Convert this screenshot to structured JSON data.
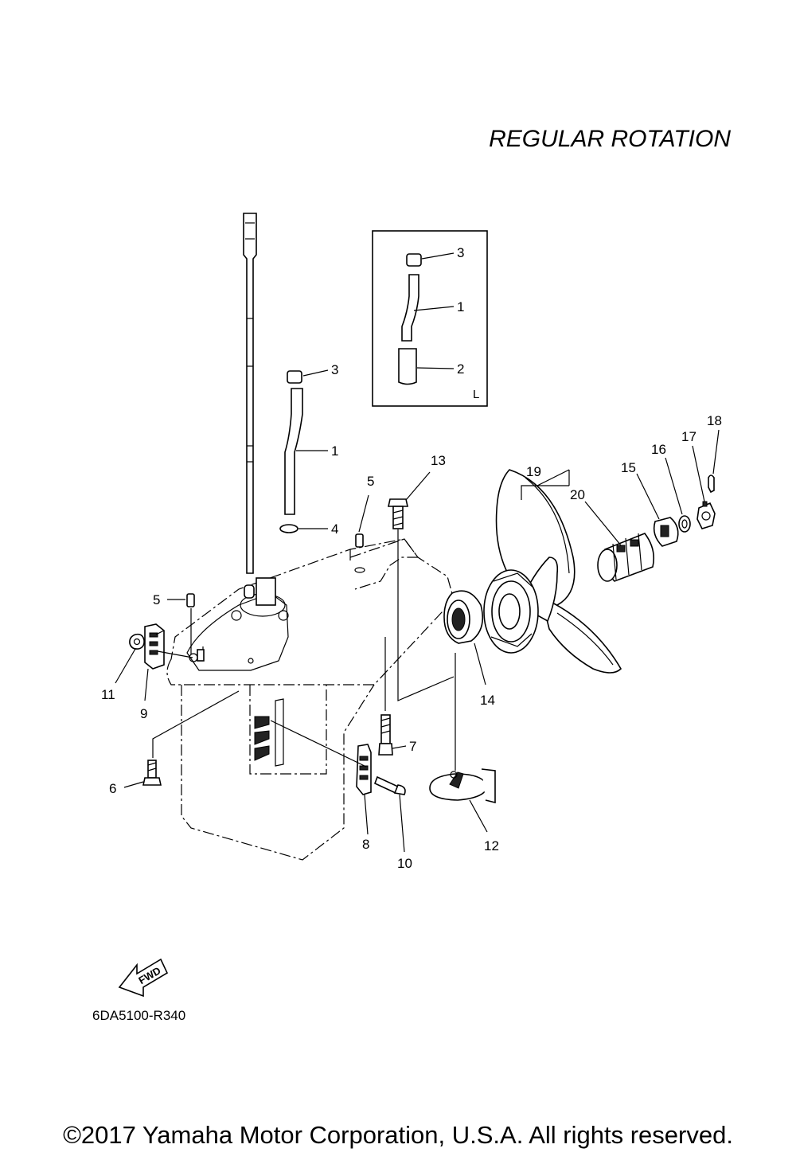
{
  "title": "REGULAR ROTATION",
  "diagram_code": "6DA5100-R340",
  "copyright": "©2017 Yamaha Motor Corporation, U.S.A. All rights reserved.",
  "inset": {
    "letter": "L",
    "callouts": [
      "3",
      "1",
      "2"
    ]
  },
  "fwd_label": "FWD",
  "callouts": [
    "3",
    "1",
    "4",
    "5",
    "13",
    "19",
    "20",
    "15",
    "16",
    "17",
    "18",
    "5",
    "11",
    "9",
    "14",
    "7",
    "6",
    "8",
    "10",
    "12"
  ]
}
